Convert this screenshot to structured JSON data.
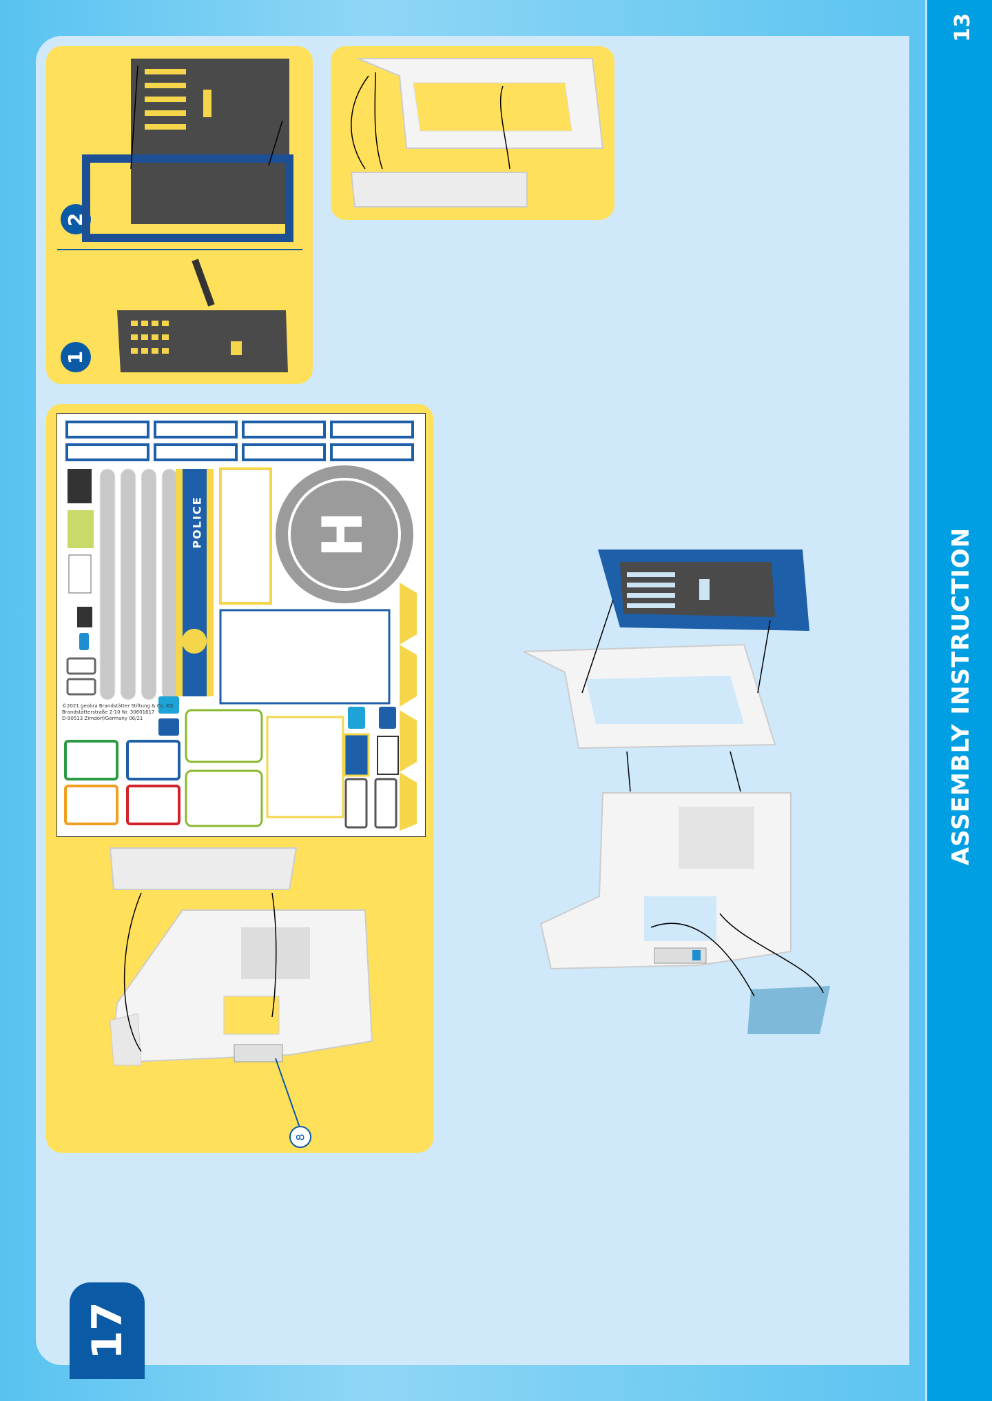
{
  "page": {
    "number": "13",
    "section_title": "ASSEMBLY INSTRUCTION"
  },
  "step": {
    "number": "17"
  },
  "substeps": [
    {
      "number": "1"
    },
    {
      "number": "2"
    }
  ],
  "callouts": [
    {
      "number": "8"
    }
  ],
  "sticker_sheet": {
    "label": "POLICE",
    "copyright": [
      "©2021 geobra Brandstätter Stiftung & Co. KG",
      "Brandstätterstraße 2-10",
      "D-90513 Zirndorf/Germany",
      "Nr. 30601617",
      "06/21"
    ]
  },
  "colors": {
    "accent_blue": "#009fe3",
    "dark_blue": "#0a5aa5",
    "panel_yellow": "#ffe05a",
    "background": "#cfe9fb"
  }
}
